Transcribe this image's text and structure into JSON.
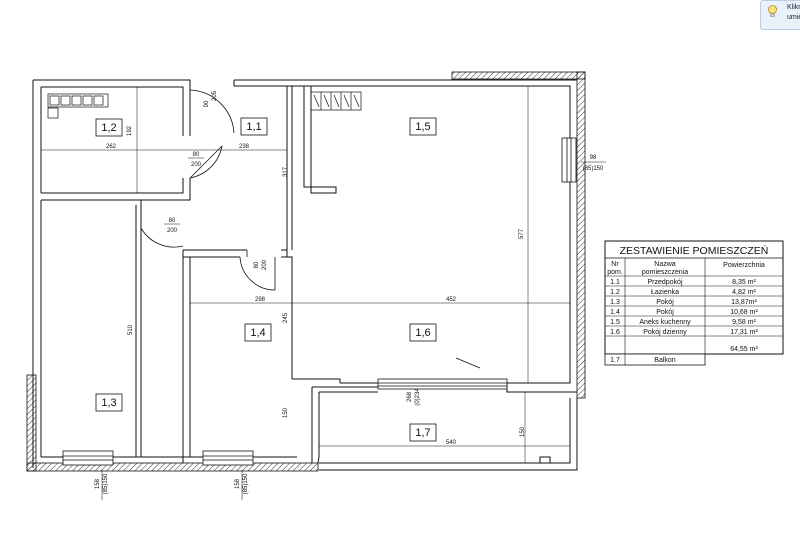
{
  "tooltip": {
    "line1": "Klikn",
    "line2": "umie"
  },
  "rooms": {
    "r11": "1,1",
    "r12": "1,2",
    "r13": "1,3",
    "r14": "1,4",
    "r15": "1,5",
    "r16": "1,6",
    "r17": "1,7"
  },
  "dims": {
    "door_top": "90",
    "door_top_sub": "205",
    "bath_h": "192",
    "bath_w": "262",
    "hall_w": "238",
    "door_bath": "80",
    "door_bath_sub": "200",
    "door_left": "80",
    "door_left_sub": "200",
    "hall_h": "317",
    "door_r14": "80",
    "door_r14_sub": "200",
    "r15_h": "577",
    "win_right": "98",
    "win_right_sub": "(85)150",
    "r13_h": "510",
    "r14_w": "298",
    "r16_w": "452",
    "r14_h": "245",
    "r14_h2": "150",
    "balcony_door": "268",
    "balcony_door_sub": "(0)234",
    "balcony_w": "540",
    "balcony_h": "150",
    "win_b1": "158",
    "win_b1_sub": "(85)150",
    "win_b2": "158",
    "win_b2_sub": "(85)150"
  },
  "table": {
    "title": "ZESTAWIENIE POMIESZCZEŃ",
    "h_nr1": "Nr",
    "h_nr2": "pom.",
    "h_name1": "Nazwa",
    "h_name2": "pomieszczenia",
    "h_area": "Powierzchnia",
    "rows": [
      {
        "nr": "1.1",
        "name": "Przedpokój",
        "area": "8,35 m²"
      },
      {
        "nr": "1.2",
        "name": "Łazienka",
        "area": "4,82 m²"
      },
      {
        "nr": "1.3",
        "name": "Pokój",
        "area": "13,87m²"
      },
      {
        "nr": "1.4",
        "name": "Pokój",
        "area": "10,68 m²"
      },
      {
        "nr": "1.5",
        "name": "Aneks kuchenny",
        "area": "9,58 m²"
      },
      {
        "nr": "1.6",
        "name": "Pokój dzienny",
        "area": "17,31 m²"
      }
    ],
    "total": "64,55 m²",
    "extra_nr": "1.7",
    "extra_name": "Balkon"
  }
}
